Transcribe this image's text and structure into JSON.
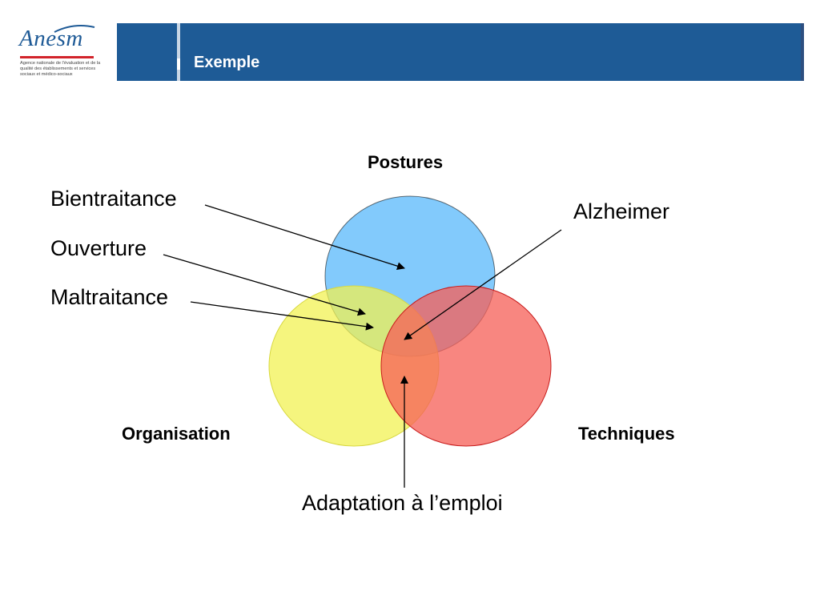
{
  "logo": {
    "name": "Anesm",
    "caption": "Agence nationale de l'évaluation et de la qualité des établissements et services sociaux et médico-sociaux"
  },
  "header": {
    "title": "Exemple"
  },
  "diagram": {
    "circles": [
      {
        "name": "Postures",
        "color": "#6ec1fb"
      },
      {
        "name": "Organisation",
        "color": "#f2f251"
      },
      {
        "name": "Techniques",
        "color": "#f66058"
      }
    ],
    "annotations": [
      {
        "label": "Bientraitance",
        "points_to": "Postures"
      },
      {
        "label": "Ouverture",
        "points_to": "Postures ∩ Organisation"
      },
      {
        "label": "Maltraitance",
        "points_to": "Postures ∩ Organisation"
      },
      {
        "label": "Alzheimer",
        "points_to": "Postures ∩ Organisation ∩ Techniques"
      },
      {
        "label": "Adaptation à l’emploi",
        "points_to": "Organisation ∩ Techniques"
      }
    ]
  },
  "colors": {
    "header_band": "#1e5b96",
    "logo_blue": "#1e5a96",
    "logo_red": "#d2232a"
  }
}
